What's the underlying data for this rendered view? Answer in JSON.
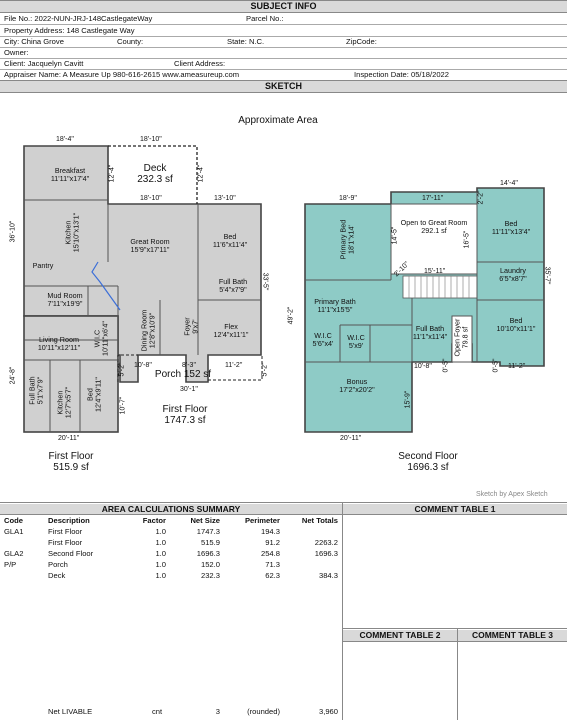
{
  "subject": {
    "header": "SUBJECT INFO",
    "file_no": "File No.: 2022-NUN-JRJ-148CastlegateWay",
    "parcel_no": "Parcel No.:",
    "property_address": "Property Address: 148 Castlegate Way",
    "city": "City: China Grove",
    "county": "County:",
    "state": "State: N.C.",
    "zip": "ZipCode:",
    "owner": "Owner:",
    "client": "Client: Jacquelyn Cavitt",
    "client_address": "Client Address:",
    "appraiser": "Appraiser Name: A Measure Up  980-616-2615 www.ameasureup.com",
    "inspection_date": "Inspection Date: 05/18/2022"
  },
  "sketch": {
    "header": "SKETCH",
    "title": "Approximate Area",
    "credit": "Sketch by Apex Sketch",
    "first_floor": {
      "name": "First Floor",
      "area": "1747.3 sf"
    },
    "first_floor_small": {
      "name": "First Floor",
      "area": "515.9 sf"
    },
    "second_floor": {
      "name": "Second Floor",
      "area": "1696.3 sf"
    },
    "deck": {
      "name": "Deck",
      "area": "232.3 sf"
    },
    "porch": {
      "name": "Porch",
      "area": "152 sf"
    },
    "rooms": {
      "breakfast": "Breakfast\n11'11\"x17'4\"",
      "kitchen": "Kitchen\n15'10\"x13'1\"",
      "great_room": "Great Room\n15'9\"x17'11\"",
      "bed1": "Bed\n11'6\"x11'4\"",
      "full_bath1": "Full Bath\n5'4\"x7'9\"",
      "pantry": "Pantry",
      "mud_room": "Mud Room\n7'11\"x19'9\"",
      "flex": "Flex\n12'4\"x11'1\"",
      "foyer": "Foyer\n9'x7'",
      "dining": "Dining Room\n12'8\"x10'9\"",
      "wic1": "W.I.C\n10'11\"x6'4\"",
      "living": "Living Room\n10'11\"x12'11\"",
      "full_bath2": "Full Bath\n5'1\"x7'9\"",
      "kitchen2": "Kitchen\n12'7\"x5'7\"",
      "bed2": "Bed\n12'4\"x9'11\"",
      "primary_bed": "Primary Bed\n18'1\"x14'",
      "open_great": "Open to Great Room\n292.1 sf",
      "bed3": "Bed\n11'11\"x13'4\"",
      "laundry": "Laundry\n6'5\"x8'7\"",
      "primary_bath": "Primary Bath\n11'1\"x15'5\"",
      "wic2": "W.I.C\n5'6\"x4'",
      "wic3": "W.I.C\n5'x9'",
      "full_bath3": "Full Bath\n11'1\"x11'4\"",
      "open_foyer": "Open Foyer\n79.8 sf",
      "bed4": "Bed\n10'10\"x11'1\"",
      "bonus": "Bonus\n17'2\"x20'2\""
    },
    "dims": {
      "d1": "18'-4\"",
      "d2": "18'-10\"",
      "d3": "12'-4\"",
      "d4": "12'-4\"",
      "d5": "18'-10\"",
      "d6": "13'-10\"",
      "d7": "36'-10\"",
      "d8": "33'-5\"",
      "d9": "10'-8\"",
      "d10": "8'-3\"",
      "d11": "11'-2\"",
      "d12": "5'-2\"",
      "d13": "30'-1\"",
      "d14": "10'-7\"",
      "d15": "24'-8\"",
      "d16": "20'-11\"",
      "d17": "5'-2\"",
      "s1": "18'-9\"",
      "s2": "17'-11\"",
      "s3": "2'-2\"",
      "s4": "14'-4\"",
      "s5": "49'-2\"",
      "s6": "35'-7\"",
      "s7": "14'-5\"",
      "s8": "16'-5\"",
      "s9": "15'-11\"",
      "s10": "2'-10\"",
      "s11": "10'-8\"",
      "s12": "11'-2\"",
      "s13": "15'-9\"",
      "s14": "20'-11\"",
      "s15": "0'-5\"",
      "s16": "0'-5\""
    }
  },
  "area_calc": {
    "header": "AREA CALCULATIONS SUMMARY",
    "columns": [
      "Code",
      "Description",
      "Factor",
      "Net Size",
      "Perimeter",
      "Net Totals"
    ],
    "rows": [
      [
        "GLA1",
        "First Floor",
        "1.0",
        "1747.3",
        "194.3",
        ""
      ],
      [
        "",
        "First Floor",
        "1.0",
        "515.9",
        "91.2",
        "2263.2"
      ],
      [
        "GLA2",
        "Second Floor",
        "1.0",
        "1696.3",
        "254.8",
        "1696.3"
      ],
      [
        "P/P",
        "Porch",
        "1.0",
        "152.0",
        "71.3",
        ""
      ],
      [
        "",
        "Deck",
        "1.0",
        "232.3",
        "62.3",
        "384.3"
      ]
    ],
    "footer": [
      "Net LIVABLE",
      "cnt",
      "3",
      "(rounded)",
      "3,960"
    ]
  },
  "comments": {
    "t1": "COMMENT TABLE 1",
    "t2": "COMMENT TABLE 2",
    "t3": "COMMENT TABLE 3"
  },
  "colors": {
    "second_floor_fill": "#8ecbc6",
    "first_floor_fill": "#d0d0d0"
  }
}
